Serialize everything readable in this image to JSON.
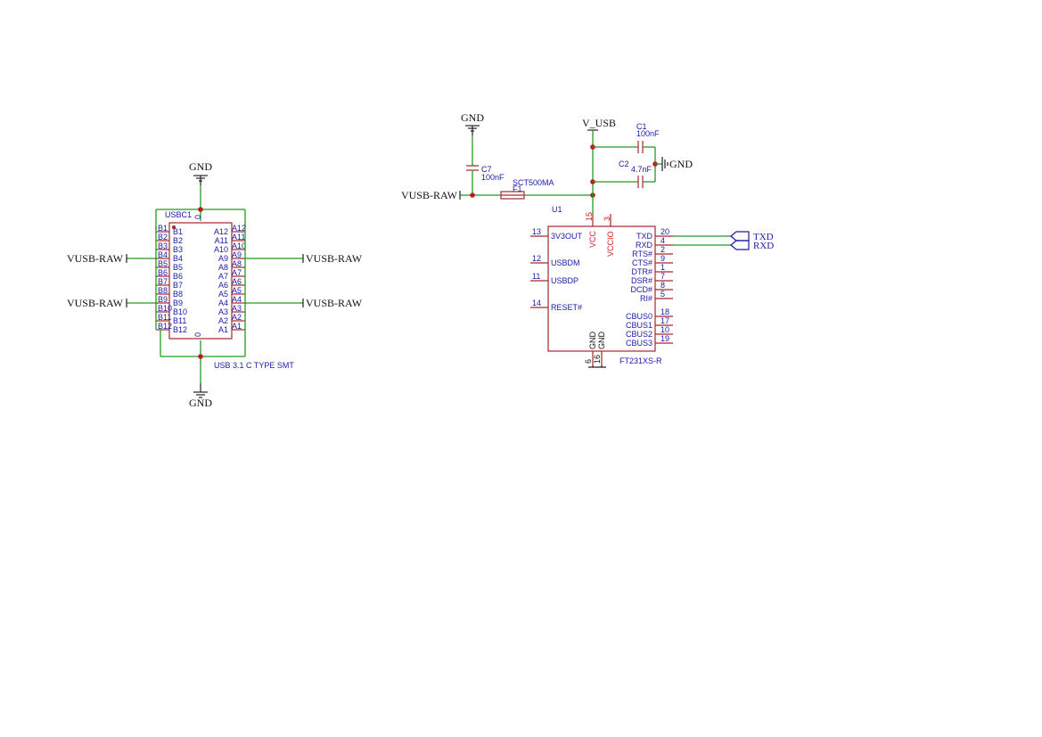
{
  "colors": {
    "wire": "#1f9a1f",
    "part_outline": "#a3272b",
    "pin_text": "#1a1aa8",
    "power_pin_text": "#d81e1e",
    "net_label": "#111111"
  },
  "usbc": {
    "ref": "USBC1",
    "value": "USB 3.1 C TYPE SMT",
    "top_pin": "0",
    "bottom_pin": "0",
    "left_pins": [
      "B1",
      "B2",
      "B3",
      "B4",
      "B5",
      "B6",
      "B7",
      "B8",
      "B9",
      "B10",
      "B11",
      "B12"
    ],
    "right_pins": [
      "A12",
      "A11",
      "A10",
      "A9",
      "A8",
      "A7",
      "A6",
      "A5",
      "A4",
      "A3",
      "A2",
      "A1"
    ]
  },
  "nets": {
    "gnd": "GND",
    "vusb_raw": "VUSB-RAW",
    "v_usb": "V_USB",
    "txd": "TXD",
    "rxd": "RXD"
  },
  "c7": {
    "ref": "C7",
    "value": "100nF"
  },
  "f1": {
    "ref": "F1",
    "value": "SCT500MA"
  },
  "c1": {
    "ref": "C1",
    "value": "100nF"
  },
  "c2": {
    "ref": "C2",
    "value": "4.7nF"
  },
  "u1": {
    "ref": "U1",
    "value": "FT231XS-R",
    "vcc_label": "VCC",
    "vcc_num": "15",
    "vccio_label": "VCCIO",
    "vccio_num": "3",
    "gnd_label": "GND",
    "gnd_nums": [
      "6",
      "16"
    ],
    "left_pins": [
      {
        "num": "13",
        "name": "3V3OUT"
      },
      {
        "num": "12",
        "name": "USBDM"
      },
      {
        "num": "11",
        "name": "USBDP"
      },
      {
        "num": "14",
        "name": "RESET#"
      }
    ],
    "right_pins": [
      {
        "num": "20",
        "name": "TXD"
      },
      {
        "num": "4",
        "name": "RXD"
      },
      {
        "num": "2",
        "name": "RTS#"
      },
      {
        "num": "9",
        "name": "CTS#"
      },
      {
        "num": "1",
        "name": "DTR#"
      },
      {
        "num": "7",
        "name": "DSR#"
      },
      {
        "num": "8",
        "name": "DCD#"
      },
      {
        "num": "5",
        "name": "RI#"
      },
      {
        "num": "18",
        "name": "CBUS0"
      },
      {
        "num": "17",
        "name": "CBUS1"
      },
      {
        "num": "10",
        "name": "CBUS2"
      },
      {
        "num": "19",
        "name": "CBUS3"
      }
    ]
  }
}
